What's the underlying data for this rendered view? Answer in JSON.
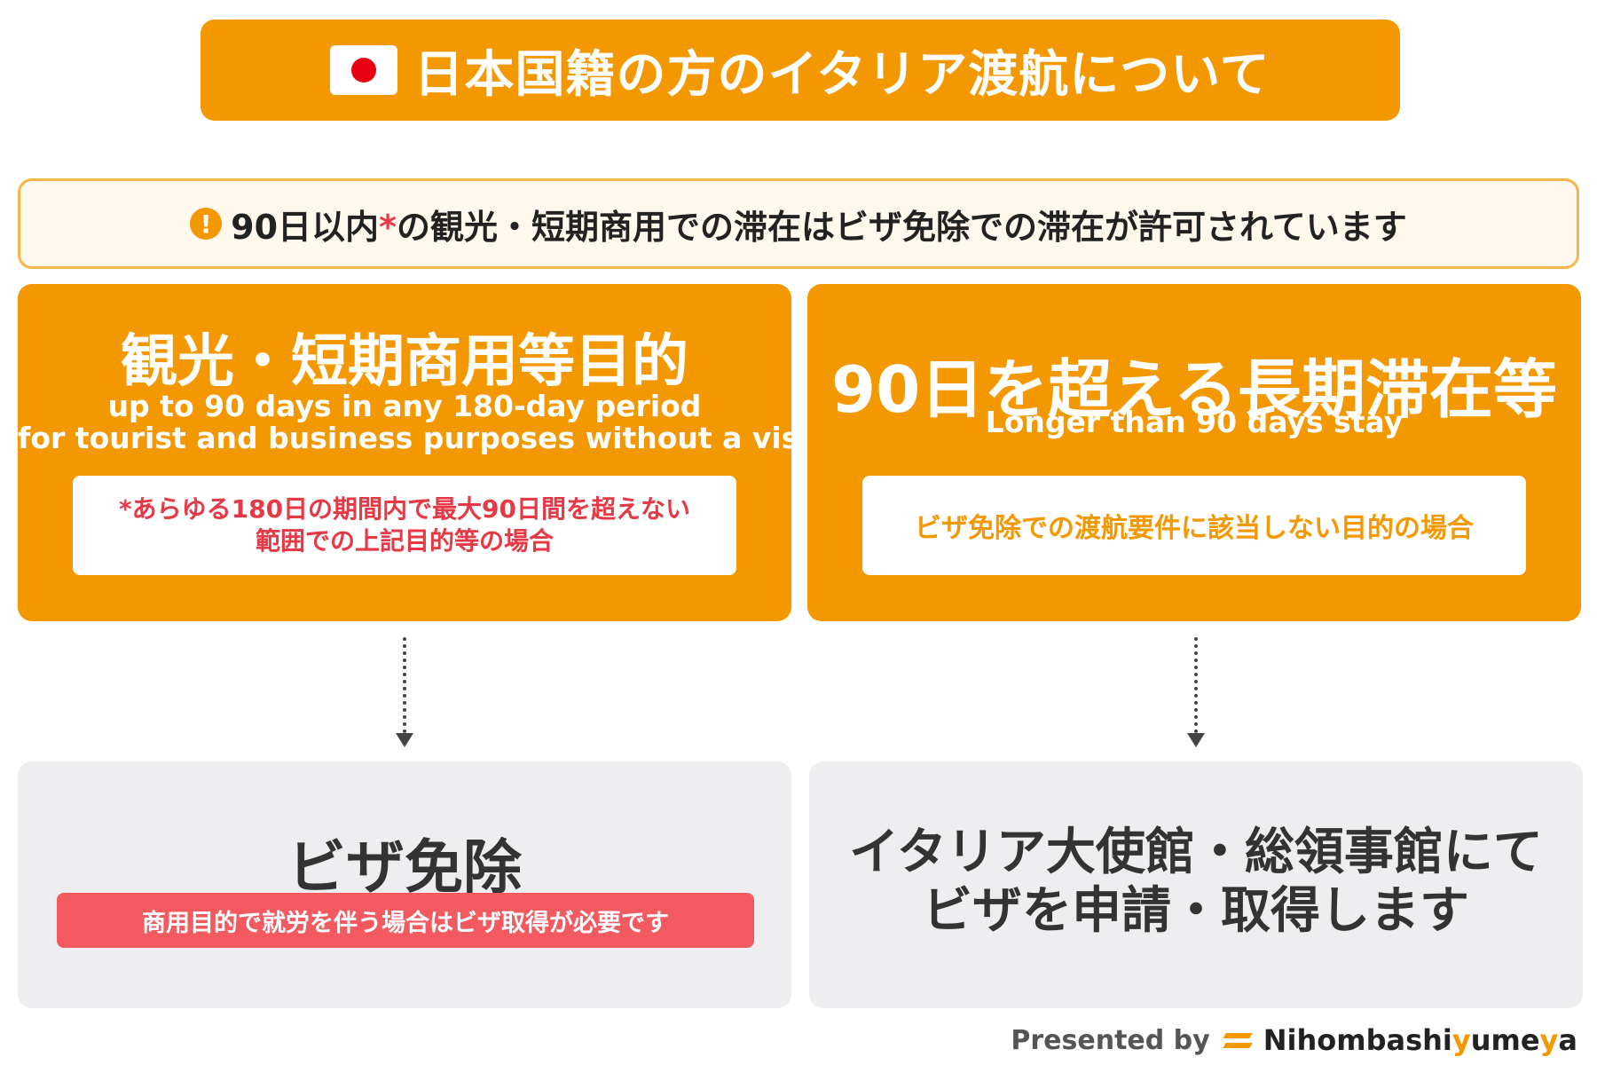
{
  "title": {
    "text": "日本国籍の方のイタリア渡航について",
    "flag_icon": "japan-flag-icon"
  },
  "notice": {
    "icon": "exclamation-icon",
    "text_before": "90日以内",
    "star": "*",
    "text_after": "の観光・短期商用での滞在はビザ免除での滞在が許可されています"
  },
  "left_box": {
    "title": "観光・短期商用等目的",
    "subtitle_line1": "up to 90 days in any 180-day period",
    "subtitle_line2": "for tourist and business purposes without a visa",
    "note_line1": "*あらゆる180日の期間内で最大90日間を超えない",
    "note_line2": "範囲での上記目的等の場合"
  },
  "right_box": {
    "title": "90日を超える長期滞在等",
    "subtitle": "Longer than 90 days stay",
    "note": "ビザ免除での渡航要件に該当しない目的の場合"
  },
  "left_result": {
    "title": "ビザ免除",
    "warning": "商用目的で就労を伴う場合はビザ取得が必要です"
  },
  "right_result": {
    "line1": "イタリア大使館・総領事館にて",
    "line2": "ビザを申請・取得します"
  },
  "footer": {
    "presented_by": "Presented by",
    "brand_part1": "Nihombashi",
    "brand_part2": "y",
    "brand_part3": "ume",
    "brand_part4": "y",
    "brand_part5": "a"
  },
  "colors": {
    "accent": "#F39800",
    "warning_red": "#F35A5F",
    "note_red": "#E63946",
    "gray_box": "#EEEEF0"
  }
}
